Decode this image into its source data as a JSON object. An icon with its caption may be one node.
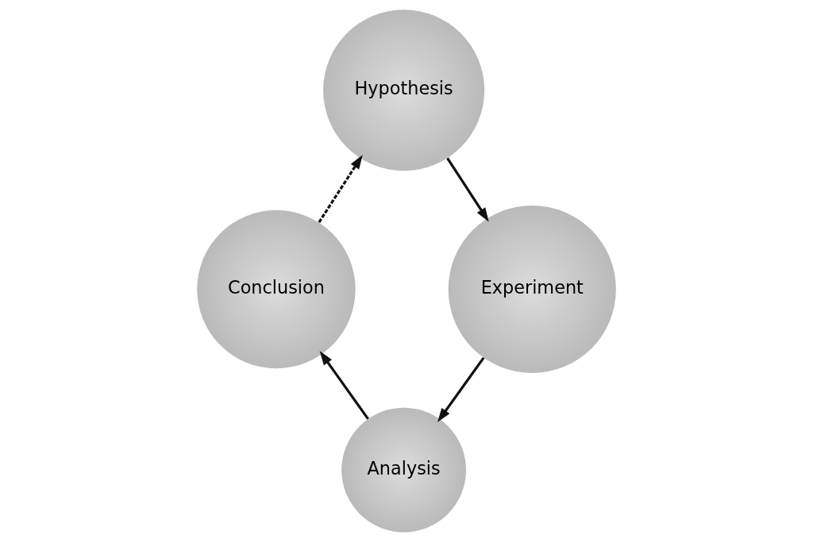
{
  "diagram": {
    "nodes": [
      {
        "text": [
          "Hypothesis"
        ]
      },
      {
        "text": [
          "Experiment"
        ]
      },
      {
        "text": [
          "Analysis"
        ]
      },
      {
        "text": [
          "Conclusion"
        ]
      }
    ],
    "edges": [
      {
        "from": 0,
        "to": 1,
        "arrow": "to"
      },
      {
        "from": 1,
        "to": 2,
        "arrow": "to"
      },
      {
        "from": 2,
        "to": 3,
        "arrow": "to"
      },
      {
        "from": 3,
        "to": 0,
        "arrow": "to",
        "style": "dashed"
      }
    ]
  }
}
